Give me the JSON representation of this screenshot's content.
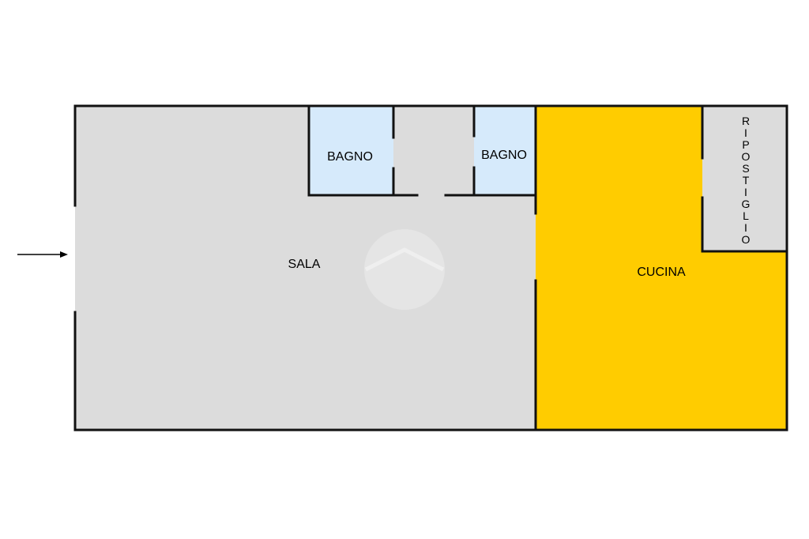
{
  "rooms": {
    "sala": {
      "label": "SALA",
      "color": "#dcdcdc"
    },
    "bagno_1": {
      "label": "BAGNO",
      "color": "#d6eafb"
    },
    "bagno_2": {
      "label": "BAGNO",
      "color": "#d6eafb"
    },
    "corridoio": {
      "color": "#dcdcdc"
    },
    "cucina": {
      "label": "CUCINA",
      "color": "#ffcc00"
    },
    "ripostiglio": {
      "label": "RIPOSTIGLIO",
      "letters": [
        "R",
        "I",
        "P",
        "O",
        "S",
        "T",
        "I",
        "G",
        "L",
        "I",
        "O"
      ],
      "color": "#dcdcdc"
    }
  },
  "colors": {
    "wall": "#111111",
    "background": "#ffffff"
  },
  "icons": {
    "entrance": "arrow-right-icon",
    "watermark": "house-watermark-icon"
  }
}
